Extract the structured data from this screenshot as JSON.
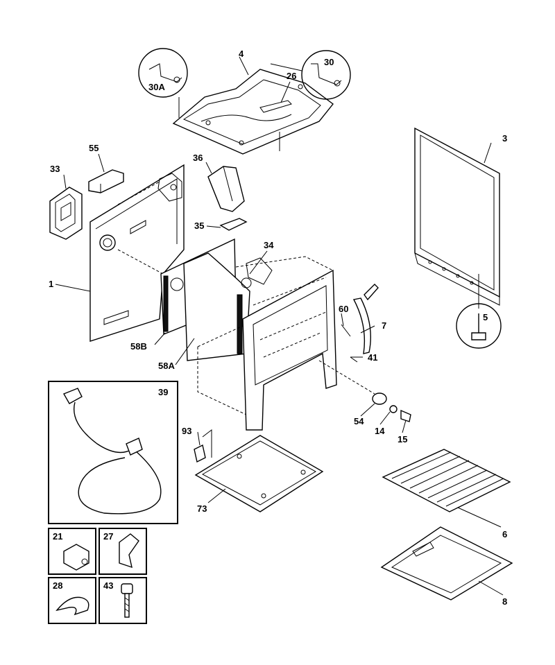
{
  "callouts": {
    "c1": "1",
    "c3": "3",
    "c4": "4",
    "c5": "5",
    "c6": "6",
    "c7": "7",
    "c8": "8",
    "c14": "14",
    "c15": "15",
    "c26": "26",
    "c30": "30",
    "c30a": "30A",
    "c33": "33",
    "c34": "34",
    "c35": "35",
    "c36": "36",
    "c41": "41",
    "c54": "54",
    "c55": "55",
    "c58a": "58A",
    "c58b": "58B",
    "c60": "60",
    "c73": "73",
    "c93": "93"
  },
  "boxes": {
    "b39": "39",
    "b21": "21",
    "b27": "27",
    "b28": "28",
    "b43": "43"
  }
}
